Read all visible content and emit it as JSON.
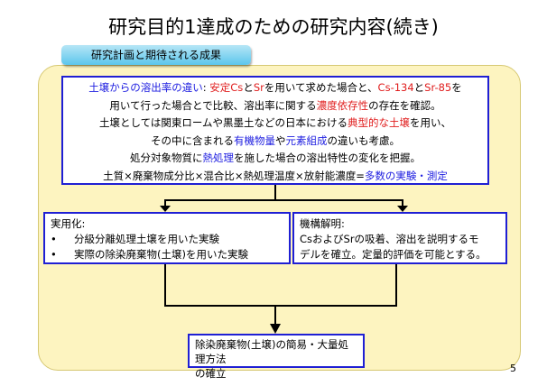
{
  "title": "研究目的1達成のための研究内容(続き)",
  "tab_label": "研究計画と期待される成果",
  "main_box": {
    "l1_a": "土壌からの溶出率の違い",
    "l1_b": ": ",
    "l1_c": "安定Cs",
    "l1_d": "と",
    "l1_e": "Sr",
    "l1_f": "を用いて求めた場合と、",
    "l1_g": "Cs-134",
    "l1_h": "と",
    "l1_i": "Sr-85",
    "l1_j": "を",
    "l2_a": "用いて行った場合とで比較、溶出率に関する",
    "l2_b": "濃度依存性",
    "l2_c": "の存在を確認。",
    "l3_a": "土壌としては関東ロームや黒墨土などの日本における",
    "l3_b": "典型的な土壌",
    "l3_c": "を用い、",
    "l4_a": "その中に含まれる",
    "l4_b": "有機物量",
    "l4_c": "や",
    "l4_d": "元素組成",
    "l4_e": "の違いも考慮。",
    "l5_a": "処分対象物質に",
    "l5_b": "熱処理",
    "l5_c": "を施した場合の溶出特性の変化を把握。",
    "l6_a": "土質×廃棄物成分比×混合比×熱処理温度×放射能濃度=",
    "l6_b": "多数の実験・測定"
  },
  "practical_box": {
    "heading": "実用化:",
    "items": [
      "分級分離処理土壌を用いた実験",
      "実際の除染廃棄物(土壌)を用いた実験"
    ]
  },
  "mechanism_box": {
    "heading": "機構解明:",
    "line1": "CsおよびSrの吸着、溶出を説明するモ",
    "line2": "デルを確立。定量的評価を可能とする。"
  },
  "result_box": {
    "line1": "除染廃棄物(土壌)の簡易・大量処理方法",
    "line2": "の確立"
  },
  "page_number": "5",
  "colors": {
    "accent_blue": "#1d1de0",
    "accent_red": "#e01d1d",
    "panel_bg": "#fdf4c0",
    "tab_bg": "#5cc6ec"
  }
}
